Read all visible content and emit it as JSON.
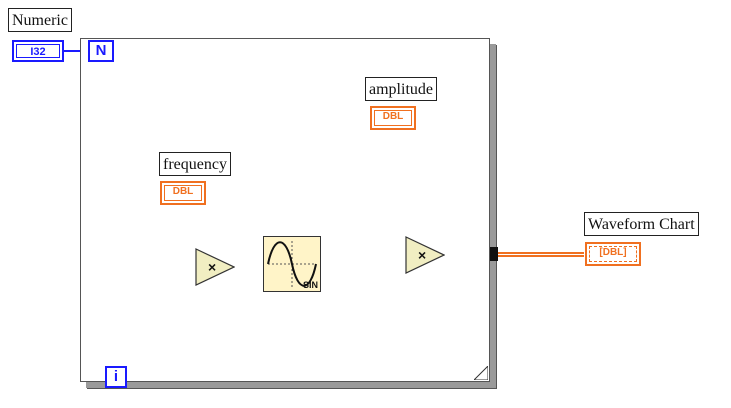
{
  "numeric_control": {
    "label": "Numeric",
    "type_badge": "I32"
  },
  "for_loop": {
    "count_terminal": "N",
    "iteration_terminal": "i"
  },
  "frequency": {
    "label": "frequency",
    "type_badge": "DBL"
  },
  "amplitude": {
    "label": "amplitude",
    "type_badge": "DBL"
  },
  "multiply_symbol": "×",
  "sine_function": {
    "label": "SIN"
  },
  "waveform_chart": {
    "label": "Waveform Chart",
    "type_badge": "[DBL]"
  },
  "colors": {
    "integer_wire": "#1a1aff",
    "double_wire": "#f07020",
    "sine_icon_background": "#fff4c8"
  }
}
